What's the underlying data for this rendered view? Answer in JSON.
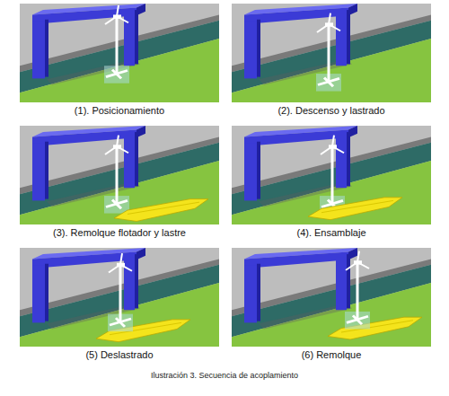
{
  "diagram": {
    "caption": "Ilustración 3. Secuencia de acoplamiento",
    "nodes": [
      {
        "text": [
          "(1). Posicionamiento"
        ]
      },
      {
        "text": [
          "(2). Descenso y lastrado"
        ]
      },
      {
        "text": [
          "(3). Remolque flotador y lastre"
        ]
      },
      {
        "text": [
          "(4). Ensamblaje"
        ]
      },
      {
        "text": [
          "(5) Deslastrado"
        ]
      },
      {
        "text": [
          "(6) Remolque"
        ]
      }
    ]
  }
}
